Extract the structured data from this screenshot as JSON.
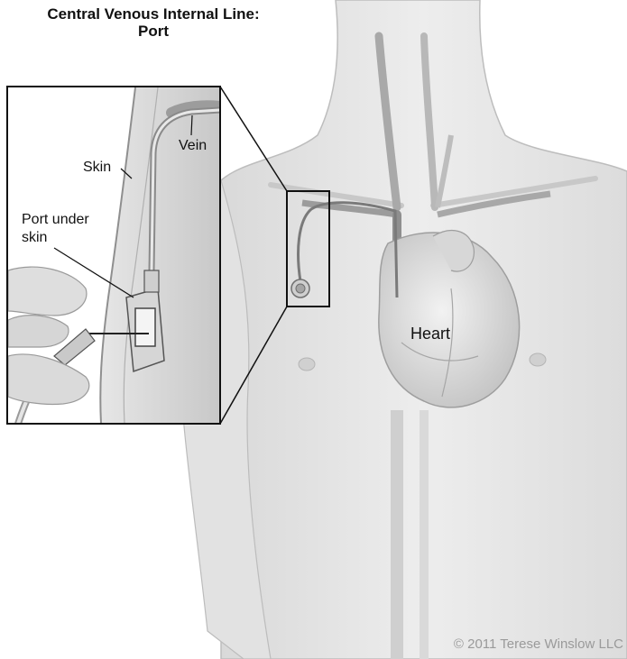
{
  "title": {
    "line1": "Central Venous Internal Line:",
    "line2": "Port"
  },
  "labels": {
    "vein": "Vein",
    "skin": "Skin",
    "port_line1": "Port under",
    "port_line2": "skin",
    "heart": "Heart"
  },
  "credit": "© 2011 Terese Winslow LLC"
}
